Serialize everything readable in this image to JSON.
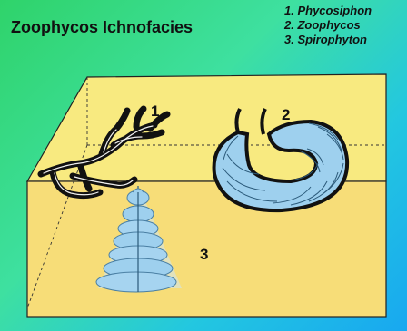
{
  "title": "Zoophycos Ichnofacies",
  "legend": [
    "1. Phycosiphon",
    "2. Zoophycos",
    "3. Spirophyton"
  ],
  "labels": {
    "one": "1",
    "two": "2",
    "three": "3"
  },
  "colors": {
    "top_face": "#f7ea7e",
    "front_face": "#f7df7a",
    "trace_fill": "#9ed0ee",
    "trace_outline": "#111111"
  }
}
